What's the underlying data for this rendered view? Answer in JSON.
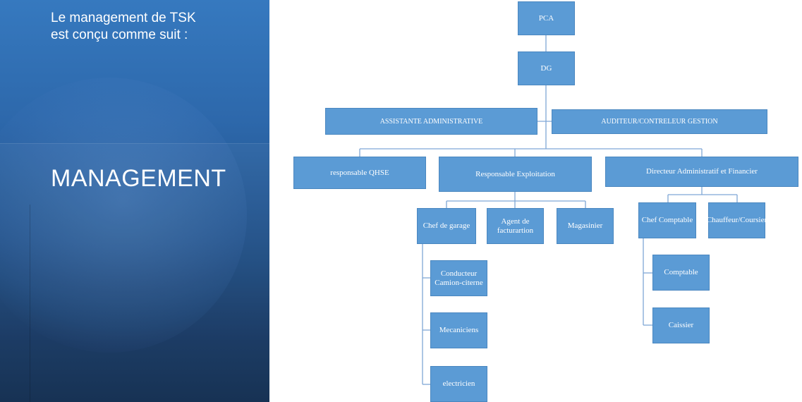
{
  "slide": {
    "intro_text": "Le management de TSK\nest conçu comme suit  :",
    "title": "MANAGEMENT"
  },
  "org_chart": {
    "pca": "PCA",
    "dg": "DG",
    "assistante": "ASSISTANTE ADMINISTRATIVE",
    "auditeur": "AUDITEUR/CONTRELEUR GESTION",
    "qhse": "responsable QHSE",
    "exploitation": "Responsable Exploitation",
    "daf": "Directeur Administratif et Financier",
    "chef_garage": "Chef de garage",
    "agent_facturation": "Agent de\nfacturartion",
    "magasinier": "Magasinier",
    "chef_comptable": "Chef Comptable",
    "chauffeur": "Chauffeur/Coursier",
    "conducteur": "Conducteur\nCamion-citerne",
    "mecaniciens": "Mecaniciens",
    "electricien": "electricien",
    "comptable": "Comptable",
    "caissier": "Caissier"
  },
  "colors": {
    "node_fill": "#5b9bd5",
    "connector": "#7fa7d6",
    "panel": "#2d68ab"
  }
}
